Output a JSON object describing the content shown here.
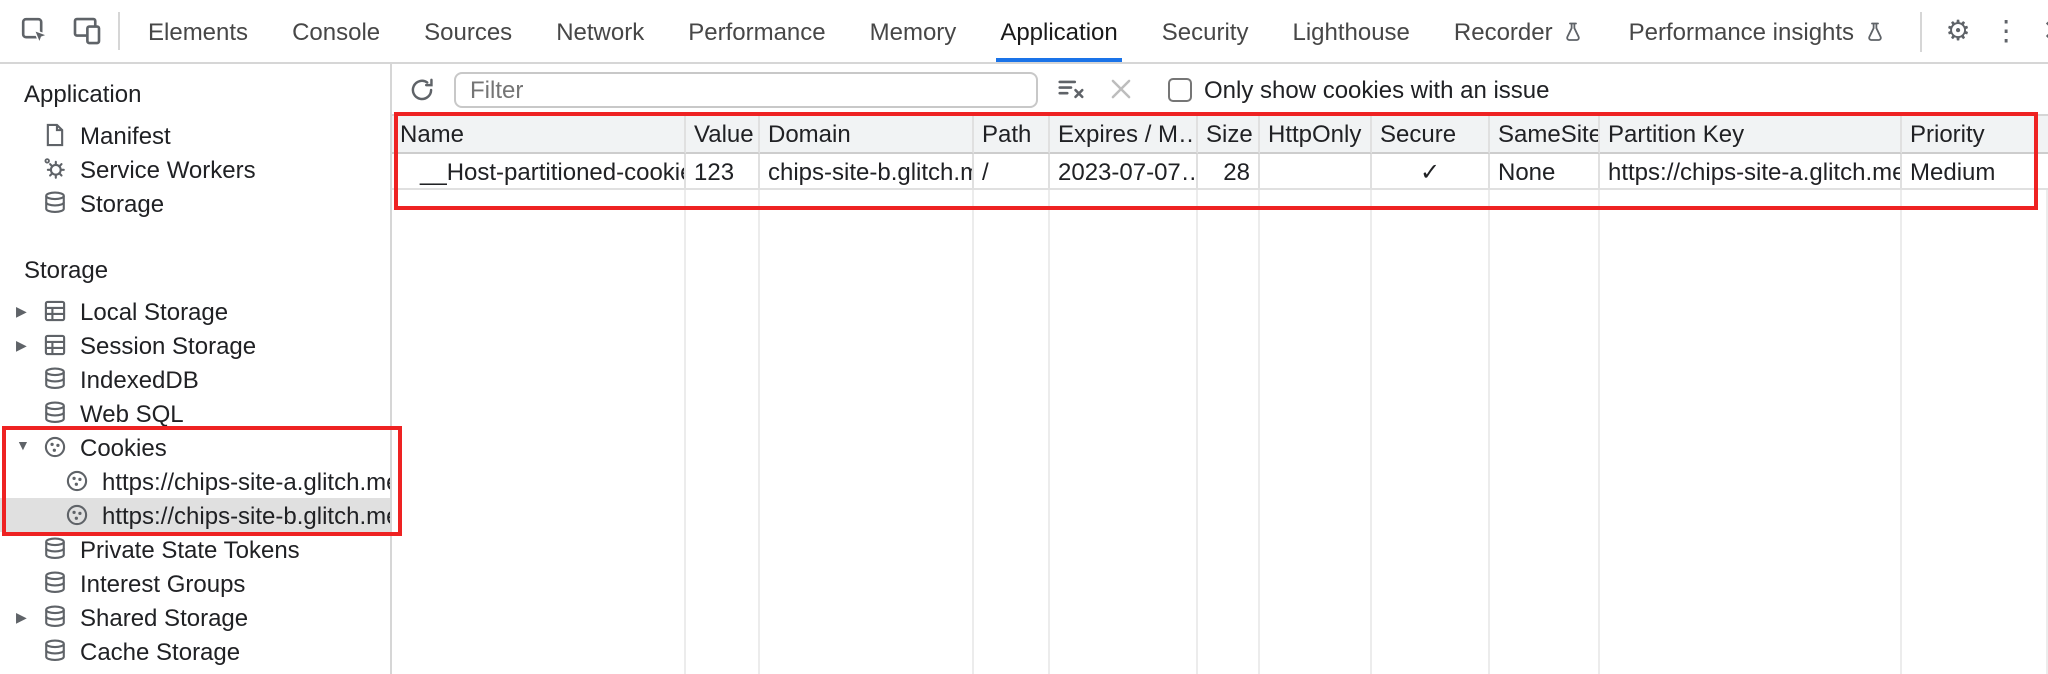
{
  "tabbar": {
    "tabs": [
      {
        "label": "Elements"
      },
      {
        "label": "Console"
      },
      {
        "label": "Sources"
      },
      {
        "label": "Network"
      },
      {
        "label": "Performance"
      },
      {
        "label": "Memory"
      },
      {
        "label": "Application",
        "active": true
      },
      {
        "label": "Security"
      },
      {
        "label": "Lighthouse"
      },
      {
        "label": "Recorder",
        "has_flask_icon": true
      },
      {
        "label": "Performance insights",
        "has_flask_icon": true
      }
    ]
  },
  "icons": {
    "settings_gear": "⚙",
    "more_vertical": "⋮",
    "close": "✕",
    "expander_collapsed": "▶",
    "expander_expanded": "▼"
  },
  "colors": {
    "accent_blue": "#1a73e8",
    "highlight_red": "#ee2222",
    "selected_gray": "#e0e0e0",
    "header_gray": "#f1f3f4"
  },
  "sidebar": {
    "app_section_header": "Application",
    "app_items": [
      {
        "label": "Manifest"
      },
      {
        "label": "Service Workers"
      },
      {
        "label": "Storage"
      }
    ],
    "storage_section_header": "Storage",
    "storage_items": [
      {
        "label": "Local Storage",
        "expandable": true
      },
      {
        "label": "Session Storage",
        "expandable": true
      },
      {
        "label": "IndexedDB"
      },
      {
        "label": "Web SQL"
      },
      {
        "label": "Cookies",
        "expanded": true
      },
      {
        "label": "https://chips-site-a.glitch.me"
      },
      {
        "label": "https://chips-site-b.glitch.me",
        "selected": true
      },
      {
        "label": "Private State Tokens"
      },
      {
        "label": "Interest Groups"
      },
      {
        "label": "Shared Storage",
        "expandable": true
      },
      {
        "label": "Cache Storage"
      }
    ]
  },
  "main_toolbar": {
    "filter_placeholder": "Filter",
    "checkbox_label": "Only show cookies with an issue",
    "checkbox_checked": false
  },
  "cookie_table": {
    "columns": [
      "Name",
      "Value",
      "Domain",
      "Path",
      "Expires / M…",
      "Size",
      "HttpOnly",
      "Secure",
      "SameSite",
      "Partition Key",
      "Priority"
    ],
    "rows": [
      {
        "name": "__Host-partitioned-cookie",
        "value": "123",
        "domain": "chips-site-b.glitch.me",
        "path": "/",
        "expires_max_age": "2023-07-07…",
        "size": "28",
        "http_only": "",
        "secure": "✓",
        "same_site": "None",
        "partition_key": "https://chips-site-a.glitch.me",
        "priority": "Medium"
      }
    ]
  }
}
